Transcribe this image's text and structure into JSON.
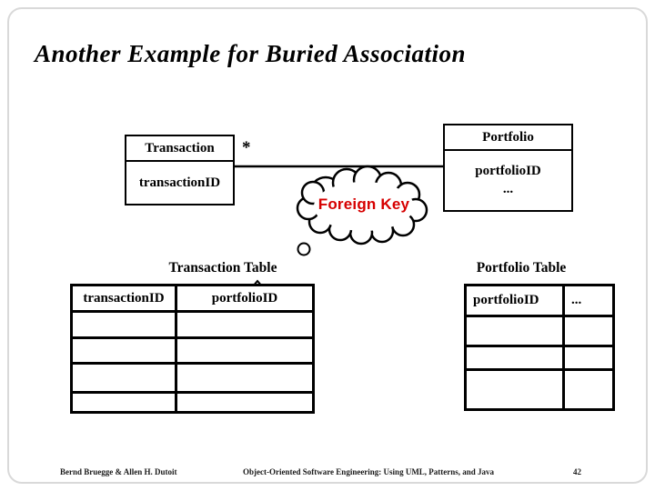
{
  "slide": {
    "title": "Another Example for Buried Association"
  },
  "class_diagram": {
    "transaction_class": {
      "name": "Transaction",
      "attribute": "transactionID"
    },
    "portfolio_class": {
      "name": "Portfolio",
      "attribute": "portfolioID",
      "attribute_more": "..."
    },
    "association": {
      "multiplicity": "*"
    },
    "annotation": {
      "text": "Foreign Key",
      "color": "#d60000"
    }
  },
  "relational_tables": {
    "transaction_table": {
      "label": "Transaction Table",
      "columns": [
        "transactionID",
        "portfolioID"
      ],
      "empty_row_count": 4
    },
    "portfolio_table": {
      "label": "Portfolio Table",
      "columns": [
        "portfolioID",
        "..."
      ],
      "empty_row_count": 3
    }
  },
  "footer": {
    "authors": "Bernd Bruegge & Allen H. Dutoit",
    "book_title": "Object-Oriented Software Engineering: Using UML, Patterns, and Java",
    "page_number": "42"
  }
}
